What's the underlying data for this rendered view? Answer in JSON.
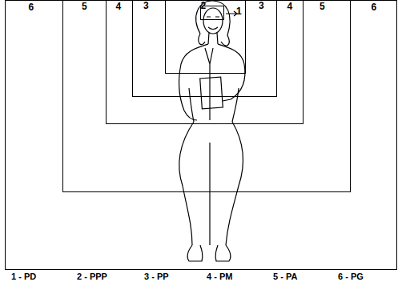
{
  "diagram": {
    "nodes": [
      {
        "text": [
          "6",
          "6"
        ]
      },
      {
        "text": [
          "5",
          "5"
        ],
        "in": 0
      },
      {
        "text": [
          "4",
          "4"
        ],
        "in": 1
      },
      {
        "text": [
          "3",
          "3"
        ],
        "in": 2
      },
      {
        "text": [
          "2"
        ],
        "in": 3
      },
      {
        "text": [
          "1"
        ],
        "in": 4
      }
    ],
    "labels": [
      "1 - PD",
      "2 - PPP",
      "3 - PP",
      "4 - PM",
      "5 - PA",
      "6 - PG"
    ]
  }
}
